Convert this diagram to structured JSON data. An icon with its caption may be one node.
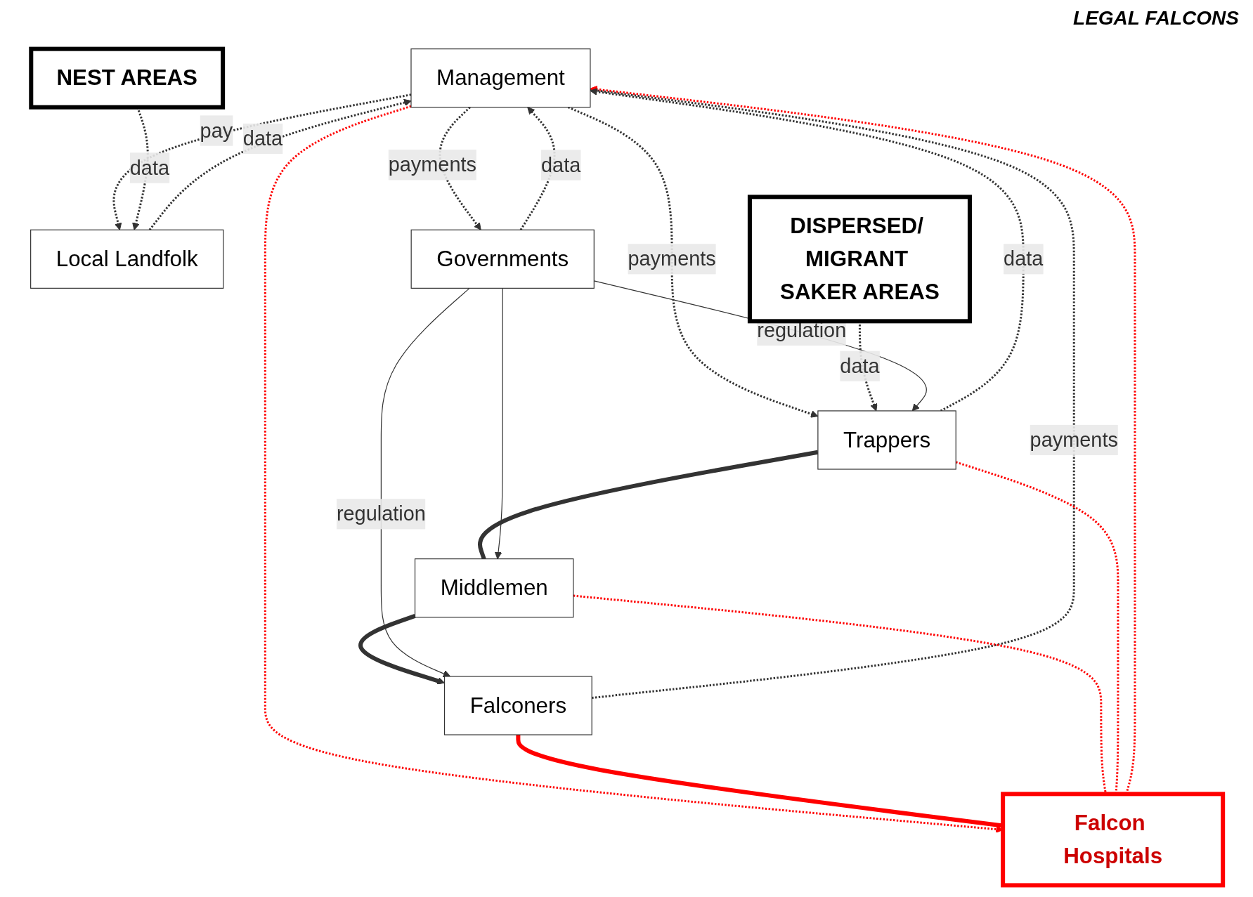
{
  "diagram": {
    "nodes": [
      {
        "text": [
          "Management"
        ]
      },
      {
        "text": [
          "Local Landfolk"
        ]
      },
      {
        "text": [
          "NEST AREAS"
        ]
      },
      {
        "text": [
          "Falcon Hospitals"
        ]
      },
      {
        "text": [
          "Falconers"
        ]
      },
      {
        "text": [
          "Middlemen"
        ]
      },
      {
        "text": [
          "Trappers"
        ]
      },
      {
        "text": [
          "DISPERSED/ MIGRANT SAKER AREAS"
        ]
      },
      {
        "text": [
          "Governments"
        ]
      }
    ],
    "edges": [
      {
        "from": 4,
        "to": 0,
        "arrow": "to",
        "label": "payments",
        "style": "dashed"
      },
      {
        "from": 0,
        "to": 3,
        "arrow": "to",
        "style": "dashed",
        "color": "#ff0000"
      },
      {
        "from": 0,
        "to": 1,
        "arrow": "to",
        "label": "pay",
        "style": "dashed"
      },
      {
        "from": 1,
        "to": 0,
        "arrow": "to",
        "label": "data",
        "style": "dashed"
      },
      {
        "from": 3,
        "to": 0,
        "arrow": "to",
        "style": "dashed",
        "color": "#ff0000"
      },
      {
        "from": 0,
        "to": 6,
        "arrow": "to",
        "label": "payments",
        "style": "dashed"
      },
      {
        "from": 6,
        "to": 0,
        "arrow": "to",
        "label": "data",
        "style": "dashed"
      },
      {
        "from": 2,
        "to": 1,
        "arrow": "to",
        "label": "data",
        "style": "dashed"
      },
      {
        "from": 4,
        "to": 3,
        "arrow": "none",
        "style": "thick",
        "color": "#ff0000"
      },
      {
        "from": 5,
        "to": 3,
        "arrow": "none",
        "style": "dashed",
        "color": "#ff0000"
      },
      {
        "from": 6,
        "to": 3,
        "arrow": "none",
        "style": "dashed",
        "color": "#ff0000"
      },
      {
        "from": 6,
        "to": 5,
        "arrow": "none",
        "style": "thick"
      },
      {
        "from": 5,
        "to": 4,
        "arrow": "to",
        "style": "thick"
      },
      {
        "from": 7,
        "to": 6,
        "arrow": "to",
        "label": "data",
        "style": "dashed"
      },
      {
        "from": 8,
        "to": 4,
        "arrow": "to",
        "label": "regulation"
      },
      {
        "from": 8,
        "to": 5,
        "arrow": "to"
      },
      {
        "from": 8,
        "to": 6,
        "arrow": "to",
        "label": "regulation"
      },
      {
        "from": 0,
        "to": 8,
        "arrow": "to",
        "label": "payments",
        "style": "dashed"
      },
      {
        "from": 8,
        "to": 0,
        "arrow": "to",
        "label": "data",
        "style": "dashed"
      }
    ],
    "labels": [
      "LEGAL FALCONS"
    ]
  }
}
